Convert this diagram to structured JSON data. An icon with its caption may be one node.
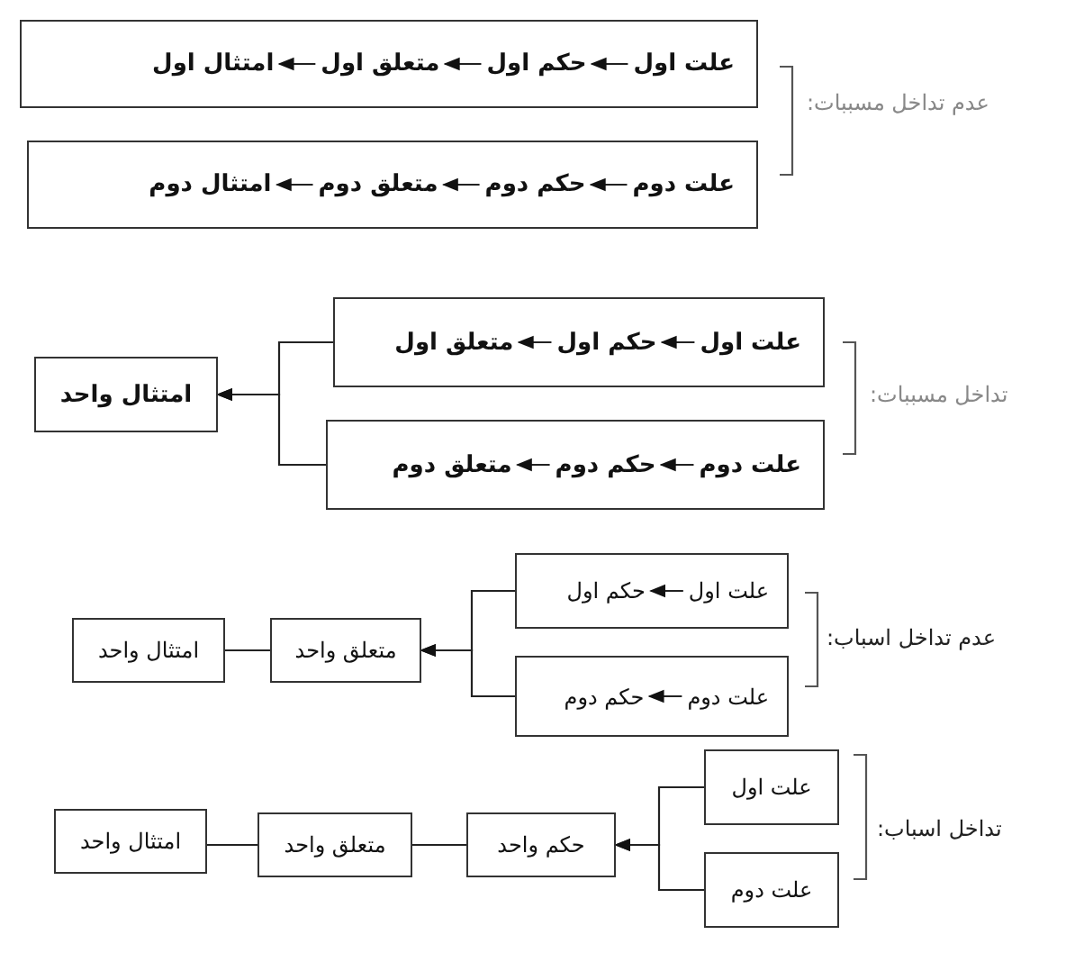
{
  "diagram": {
    "nodes": [
      {
        "text": [],
        "shape": "box"
      },
      {
        "text": [
          "علت اول"
        ],
        "in": 0
      },
      {
        "text": [
          "حکم اول"
        ],
        "in": 0
      },
      {
        "text": [
          "متعلق اول"
        ],
        "in": 0
      },
      {
        "text": [
          "امتثال اول"
        ],
        "in": 0
      },
      {
        "text": [],
        "shape": "box"
      },
      {
        "text": [
          "علت دوم"
        ],
        "in": 5
      },
      {
        "text": [
          "حکم دوم"
        ],
        "in": 5
      },
      {
        "text": [
          "متعلق دوم"
        ],
        "in": 5
      },
      {
        "text": [
          "امتثال دوم"
        ],
        "in": 5
      },
      {
        "text": [],
        "shape": "box"
      },
      {
        "text": [
          "علت اول"
        ],
        "in": 10
      },
      {
        "text": [
          "حکم اول"
        ],
        "in": 10
      },
      {
        "text": [
          "متعلق اول"
        ],
        "in": 10
      },
      {
        "text": [],
        "shape": "box"
      },
      {
        "text": [
          "علت دوم"
        ],
        "in": 14
      },
      {
        "text": [
          "حکم دوم"
        ],
        "in": 14
      },
      {
        "text": [
          "متعلق دوم"
        ],
        "in": 14
      },
      {
        "text": [
          "امتثال واحد"
        ]
      },
      {
        "text": [],
        "shape": "box"
      },
      {
        "text": [
          "علت اول"
        ],
        "in": 19
      },
      {
        "text": [
          "حکم اول"
        ],
        "in": 19
      },
      {
        "text": [],
        "shape": "box"
      },
      {
        "text": [
          "علت دوم"
        ],
        "in": 22
      },
      {
        "text": [
          "حکم دوم"
        ],
        "in": 22
      },
      {
        "text": [
          "متعلق واحد"
        ]
      },
      {
        "text": [
          "امتثال واحد"
        ]
      },
      {
        "text": [
          "علت اول"
        ]
      },
      {
        "text": [
          "علت دوم"
        ]
      },
      {
        "text": [
          "حکم واحد"
        ]
      },
      {
        "text": [
          "متعلق واحد"
        ]
      },
      {
        "text": [
          "امتثال واحد"
        ]
      }
    ],
    "edges": [
      {
        "from": 1,
        "to": 2,
        "arrow": "to"
      },
      {
        "from": 2,
        "to": 3,
        "arrow": "to"
      },
      {
        "from": 3,
        "to": 4,
        "arrow": "to"
      },
      {
        "from": 6,
        "to": 7,
        "arrow": "to"
      },
      {
        "from": 7,
        "to": 8,
        "arrow": "to"
      },
      {
        "from": 8,
        "to": 9,
        "arrow": "to"
      },
      {
        "from": 11,
        "to": 12,
        "arrow": "to"
      },
      {
        "from": 12,
        "to": 13,
        "arrow": "to"
      },
      {
        "from": 15,
        "to": 16,
        "arrow": "to"
      },
      {
        "from": 16,
        "to": 17,
        "arrow": "to"
      },
      {
        "from": 10,
        "to": 18,
        "arrow": "to"
      },
      {
        "from": 14,
        "to": 18,
        "arrow": "to"
      },
      {
        "from": 20,
        "to": 21,
        "arrow": "to"
      },
      {
        "from": 23,
        "to": 24,
        "arrow": "to"
      },
      {
        "from": 19,
        "to": 25,
        "arrow": "to"
      },
      {
        "from": 22,
        "to": 25,
        "arrow": "to"
      },
      {
        "from": 25,
        "to": 26,
        "arrow": "none"
      },
      {
        "from": 27,
        "to": 29,
        "arrow": "to"
      },
      {
        "from": 28,
        "to": 29,
        "arrow": "to"
      },
      {
        "from": 29,
        "to": 30,
        "arrow": "none"
      },
      {
        "from": 30,
        "to": 31,
        "arrow": "none"
      }
    ],
    "labels": [
      "عدم تداخل مسببات:",
      "تداخل مسببات:",
      "عدم تداخل اسباب:",
      "تداخل اسباب:"
    ]
  }
}
